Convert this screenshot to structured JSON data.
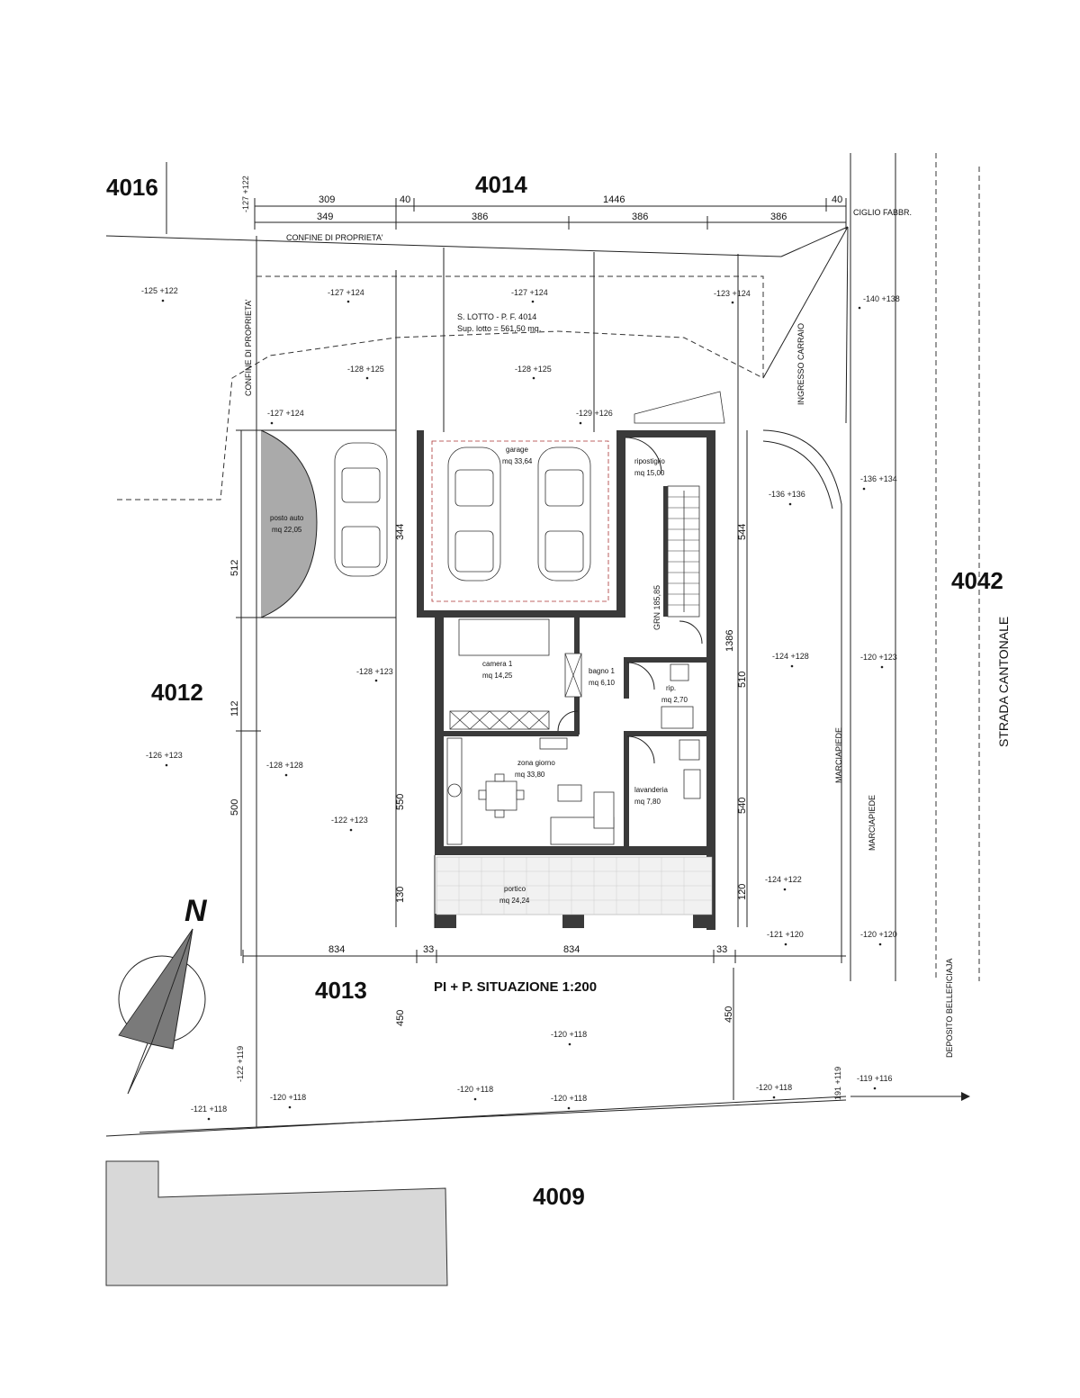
{
  "parcels": {
    "p4016": "4016",
    "p4014": "4014",
    "p4012": "4012",
    "p4042": "4042",
    "p4013": "4013",
    "p4009": "4009"
  },
  "plan_title": "PI + P. SITUAZIONE 1:200",
  "street": "STRADA CANTONALE",
  "deposit": "DEPOSITO BELLEFICIAJA",
  "sidewalk": "MARCIAPIEDE",
  "sidewalk2": "MARCIAPIEDE",
  "north": "N",
  "labels": {
    "confine": "CONFINE DI PROPRIETA'",
    "confine_v": "CONFINE DI PROPRIETA'",
    "ciglio": "CIGLIO FABBR.",
    "ingresso": "INGRESSO CARRAIO",
    "lotto": "S. LOTTO - P. F. 4014",
    "superficie": "Sup. lotto = 561,50 mq."
  },
  "dims_top1": [
    "309",
    "40",
    "1446",
    "40"
  ],
  "dims_top2": [
    "349",
    "386",
    "386",
    "386"
  ],
  "dims_bottom": [
    "834",
    "33",
    "834",
    "33"
  ],
  "dims_left": [
    "512",
    "112",
    "500",
    "344",
    "550",
    "130",
    "450"
  ],
  "dims_right": [
    "544",
    "1386",
    "510",
    "540",
    "120",
    "450"
  ],
  "dims_left_top": "-127 +122",
  "levels_side": {
    "left_bottom": "-122 +119",
    "right_bottom": "191 +119",
    "stair": "GRN 185,85"
  },
  "spot_heights": [
    "-125 +122",
    "-127 +124",
    "-127 +124",
    "-123 +124",
    "-140 +138",
    "-128 +125",
    "-128 +125",
    "-127 +124",
    "-129 +126",
    "-136 +136",
    "-136 +134",
    "-128 +123",
    "-124 +128",
    "-120 +123",
    "-126 +123",
    "-128 +128",
    "-122 +123",
    "-124 +122",
    "-121 +120",
    "-120 +120",
    "-120 +118",
    "-121 +118",
    "-120 +118",
    "-120 +118",
    "-120 +118",
    "-120 +118",
    "-119 +116"
  ],
  "rooms": {
    "posto_auto": {
      "name": "posto auto",
      "area": "mq 22,05"
    },
    "garage": {
      "name": "garage",
      "area": "mq 33,64"
    },
    "ripostiglio": {
      "name": "ripostiglio",
      "area": "mq 15,00"
    },
    "camera": {
      "name": "camera 1",
      "area": "mq 14,25"
    },
    "bagno": {
      "name": "bagno 1",
      "area": "mq 6,10"
    },
    "rip": {
      "name": "rip.",
      "area": "mq 2,70"
    },
    "zona_giorno": {
      "name": "zona giorno",
      "area": "mq 33,80"
    },
    "lavanderia": {
      "name": "lavanderia",
      "area": "mq 7,80"
    },
    "portico": {
      "name": "portico",
      "area": "mq 24,24"
    }
  }
}
